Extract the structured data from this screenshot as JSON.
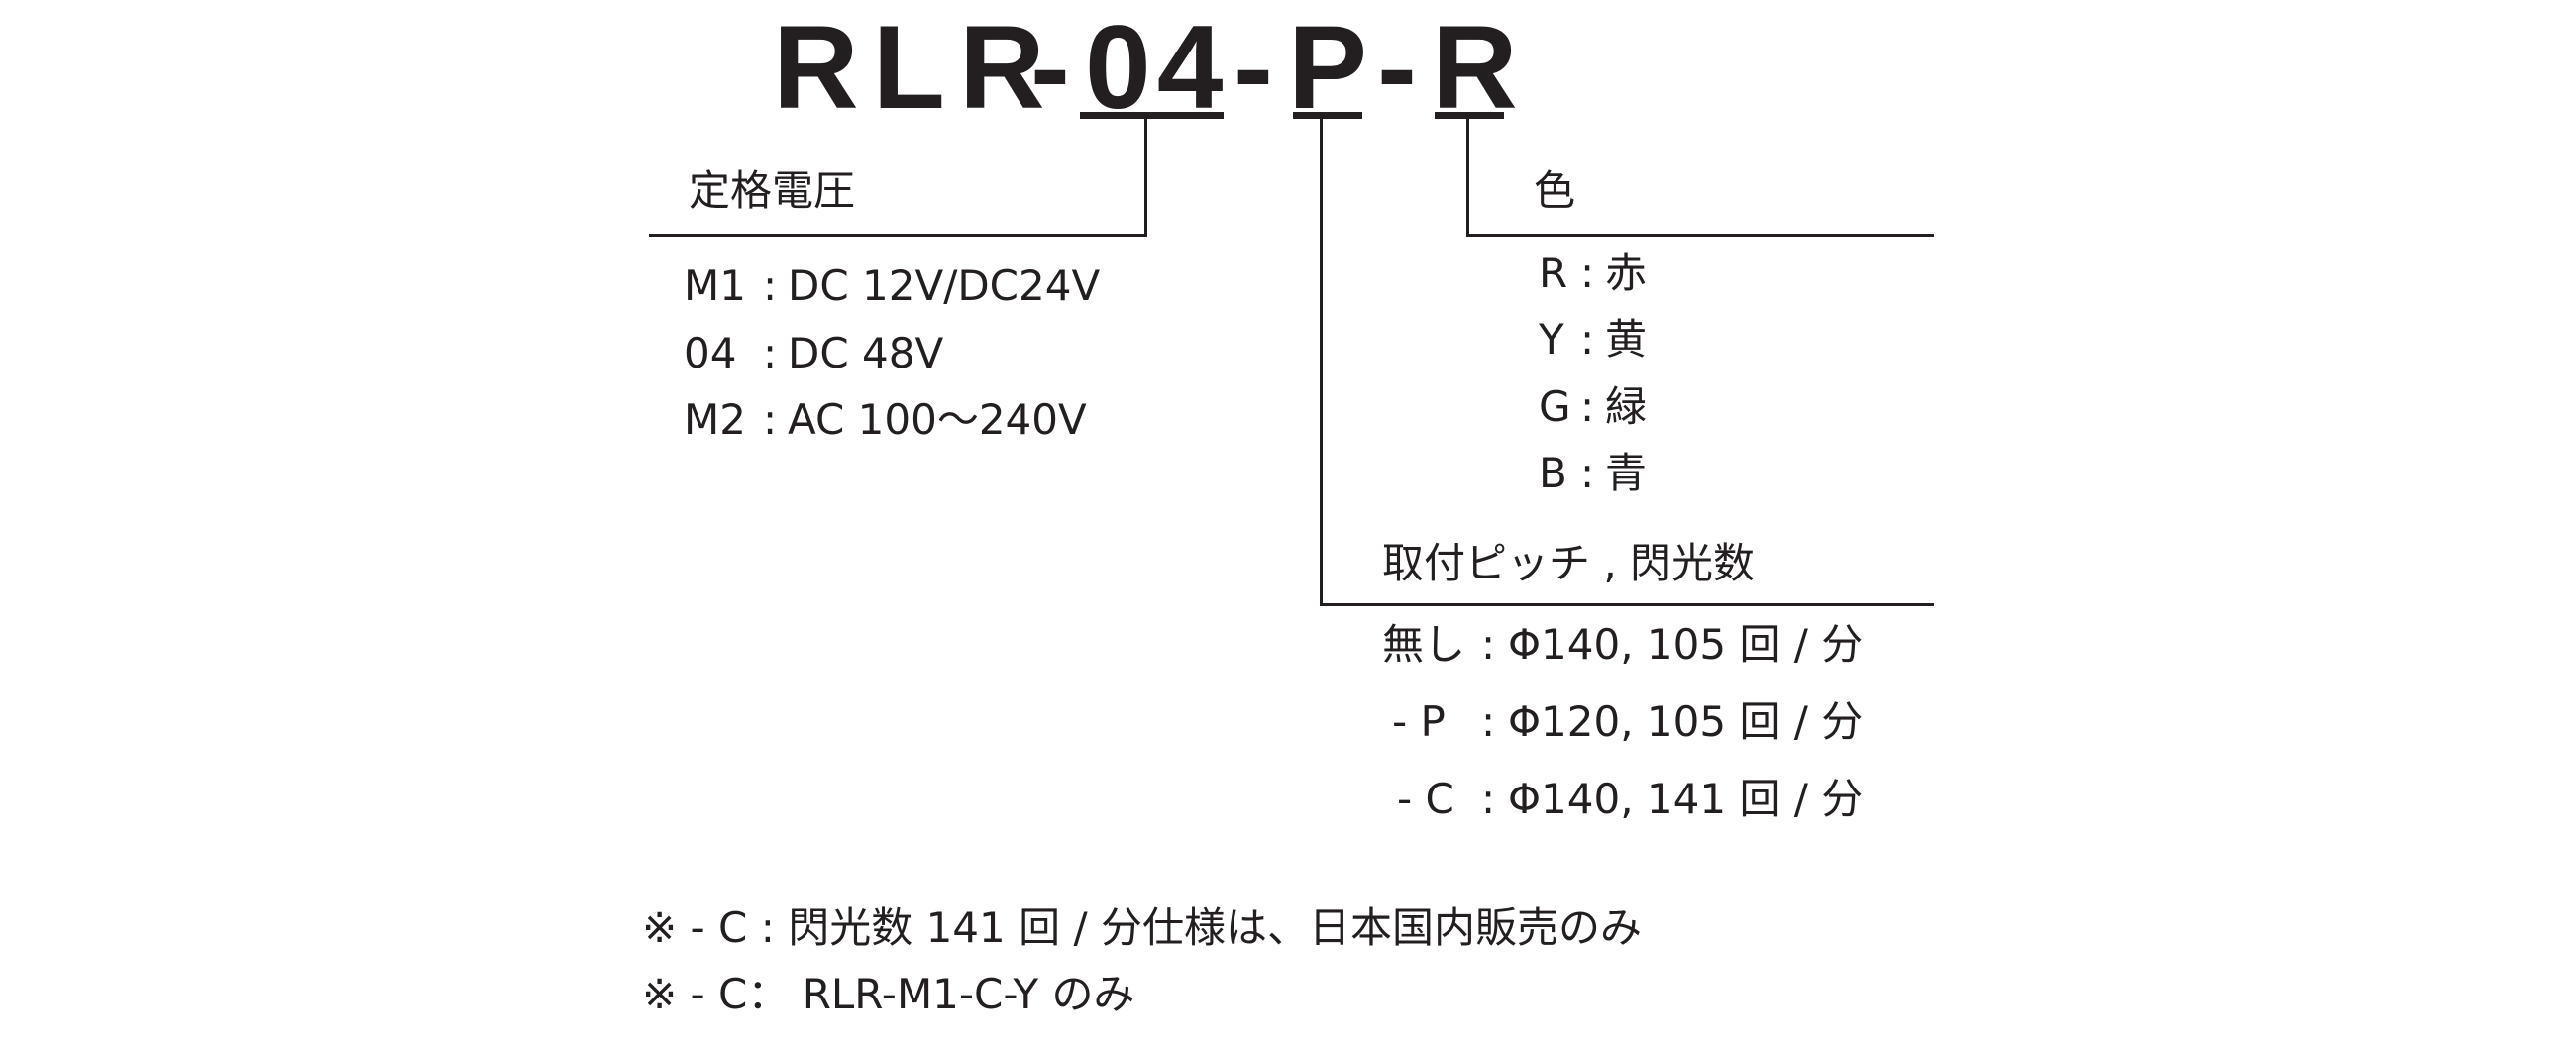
{
  "model": {
    "prefix": "RLR",
    "sep1": "-",
    "voltage_code": "04",
    "sep2": "-",
    "pitch_code": "P",
    "sep3": "-",
    "color_code": "R"
  },
  "voltage": {
    "title": "定格電圧",
    "options": [
      {
        "code": "M1",
        "sep": ":",
        "value": "DC 12V/DC24V"
      },
      {
        "code": "04",
        "sep": ":",
        "value": "DC 48V"
      },
      {
        "code": "M2",
        "sep": ":",
        "value": "AC 100〜240V"
      }
    ]
  },
  "color": {
    "title": "色",
    "options": [
      {
        "code": "R",
        "sep": ":",
        "value": "赤"
      },
      {
        "code": "Y",
        "sep": ":",
        "value": "黄"
      },
      {
        "code": "G",
        "sep": ":",
        "value": "緑"
      },
      {
        "code": "B",
        "sep": ":",
        "value": "青"
      }
    ]
  },
  "pitch": {
    "title": "取付ピッチ , 閃光数",
    "options": [
      {
        "code": "無し",
        "sep": ":",
        "value": "Φ140, 105 回 / 分"
      },
      {
        "code": "- P",
        "sep": ":",
        "value": "Φ120, 105 回 / 分"
      },
      {
        "code": "- C",
        "sep": ":",
        "value": "Φ140, 141 回 / 分"
      }
    ]
  },
  "notes": [
    "※ - C : 閃光数 141 回 / 分仕様は、日本国内販売のみ",
    "※ - C： RLR-M1-C-Y のみ"
  ]
}
